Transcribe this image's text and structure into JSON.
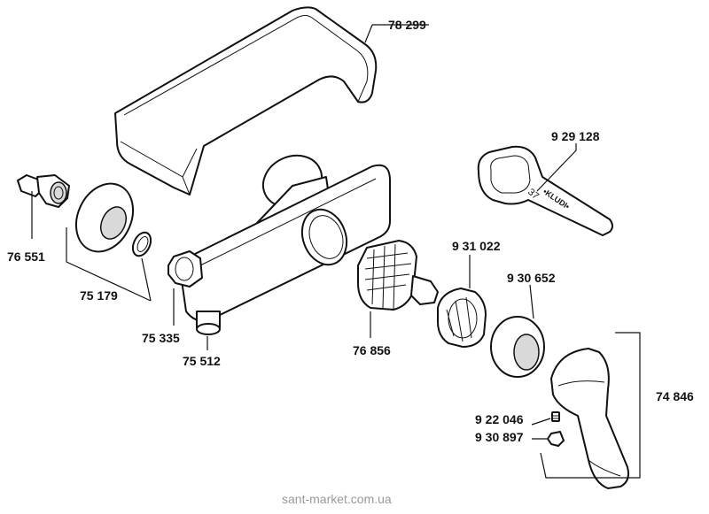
{
  "diagram": {
    "part_labels": {
      "cover": "78 299",
      "wrench": "9 29 128",
      "union_connector": "76 551",
      "rosette": "75 179",
      "union_nut": "75 335",
      "outlet_nipple": "75 512",
      "cartridge": "76 856",
      "cartridge_nut": "9 31 022",
      "sleeve": "9 30 652",
      "lever_handle": "74 846",
      "grub_screw": "9 22 046",
      "cap_plug": "9 30 897"
    },
    "wrench_text": "•KLUDI•",
    "wrench_size": "37"
  },
  "watermark": "sant-market.com.ua"
}
